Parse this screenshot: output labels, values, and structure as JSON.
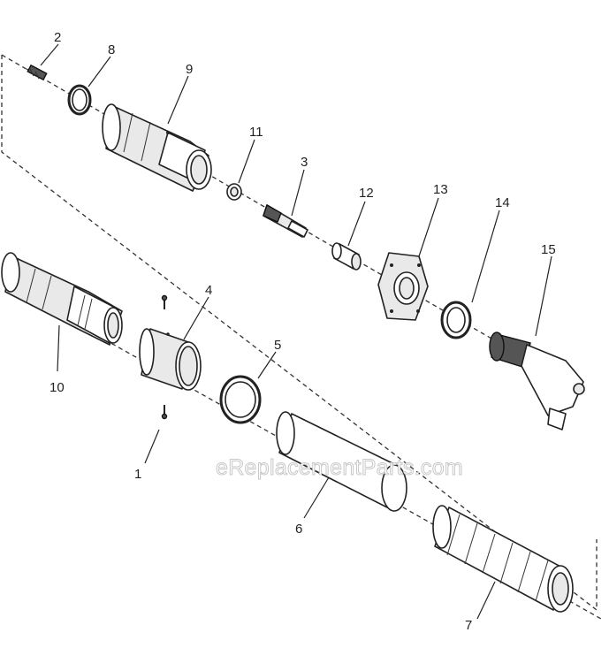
{
  "watermark": "eReplacementParts.com",
  "callouts": {
    "p1": "1",
    "p2": "2",
    "p3": "3",
    "p4": "4",
    "p5": "5",
    "p6": "6",
    "p7": "7",
    "p8": "8",
    "p9": "9",
    "p10": "10",
    "p11": "11",
    "p12": "12",
    "p13": "13",
    "p14": "14",
    "p15": "15"
  },
  "colors": {
    "line": "#222222",
    "fill": "#ffffff",
    "watermark": "#c8c8c8"
  }
}
